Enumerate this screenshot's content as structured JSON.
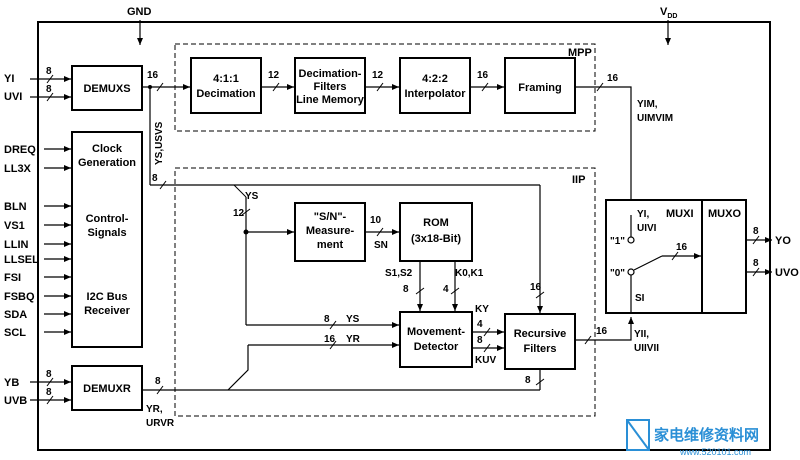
{
  "supply": {
    "gnd": "GND",
    "vdd": "V",
    "vdd_sub": "DD"
  },
  "regions": {
    "mpp": "MPP",
    "iip": "IIP"
  },
  "blocks": {
    "demuxs": "DEMUXS",
    "demuxr": "DEMUXR",
    "decimation": [
      "4:1:1",
      "Decimation"
    ],
    "decim_filters": [
      "Decimation-",
      "Filters",
      "Line Memory"
    ],
    "interpolator": [
      "4:2:2",
      "Interpolator"
    ],
    "framing": "Framing",
    "clock_ctrl": [
      "Clock",
      "Generation",
      "Control-",
      "Signals",
      "I2C Bus",
      "Receiver"
    ],
    "sn_measure": [
      "\"S/N\"-",
      "Measure-",
      "ment"
    ],
    "rom": [
      "ROM",
      "(3x18-Bit)"
    ],
    "movement": [
      "Movement-",
      "Detector"
    ],
    "recursive": [
      "Recursive",
      "Filters"
    ],
    "muxi": "MUXI",
    "muxo": "MUXO"
  },
  "inputs_left": [
    "YI",
    "UVI",
    "DREQ",
    "LL3X",
    "BLN",
    "VS1",
    "LLIN",
    "LLSEL",
    "FSI",
    "FSBQ",
    "SDA",
    "SCL",
    "YB",
    "UVB"
  ],
  "outputs_right": [
    "YO",
    "UVO"
  ],
  "signals": {
    "ys_usvs": "YS,USVS",
    "ys": "YS",
    "yr": "YR",
    "yr_urvr": [
      "YR,",
      "URVR"
    ],
    "yim_uimvim": [
      "YIM,",
      "UIMVIM"
    ],
    "yi_uivi": [
      "YI,",
      "UIVI"
    ],
    "yii_uiivii": [
      "YII,",
      "UIIVII"
    ],
    "sn": "SN",
    "s1s2": "S1,S2",
    "k0k1": "K0,K1",
    "ky": "KY",
    "kuv": "KUV",
    "si": "SI",
    "sel1": "\"1\"",
    "sel0": "\"0\""
  },
  "bus_widths": [
    "8",
    "8",
    "16",
    "12",
    "12",
    "16",
    "16",
    "8",
    "12",
    "10",
    "8",
    "4",
    "4",
    "8",
    "8",
    "16",
    "16",
    "16",
    "8",
    "8",
    "8",
    "8",
    "16"
  ],
  "watermark": {
    "cn": "家电维修资料网",
    "url": "www.520101.com"
  }
}
